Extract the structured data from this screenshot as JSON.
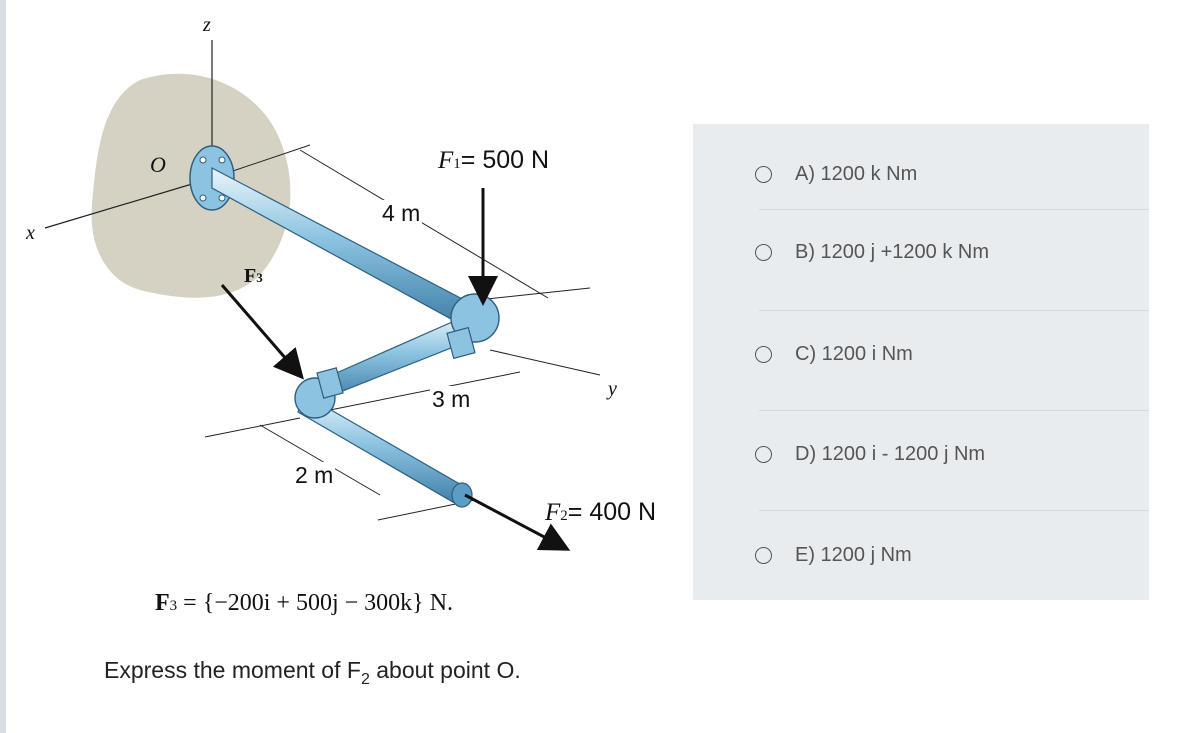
{
  "figure": {
    "axes": {
      "z": "z",
      "x": "x",
      "y": "y",
      "origin": "O"
    },
    "forces": {
      "f1_name": "F",
      "f1_sub": "1",
      "f1_value": "= 500  N",
      "f2_name": "F",
      "f2_sub": "2",
      "f2_value": "= 400 N",
      "f3_label": "F",
      "f3_sub": "3"
    },
    "dimensions": {
      "d1": "4 m",
      "d2": "3  m",
      "d3": "2 m"
    },
    "equation": {
      "lhs": "F",
      "lhs_sub": "3",
      "rhs": " = {−200i + 500j − 300k} N."
    }
  },
  "question": {
    "text_before": "Express the moment of F",
    "sub": "2",
    "text_after": " about point O."
  },
  "options": [
    {
      "label": "A)  1200 k Nm"
    },
    {
      "label": "B)  1200 j  +1200 k Nm"
    },
    {
      "label": "C)  1200 i Nm"
    },
    {
      "label": "D)  1200 i - 1200 j Nm"
    },
    {
      "label": "E)  1200 j Nm"
    }
  ],
  "colors": {
    "panel_bg": "#e9ecef",
    "pipe": "#8cc3e0",
    "wall": "#cfcab9"
  }
}
